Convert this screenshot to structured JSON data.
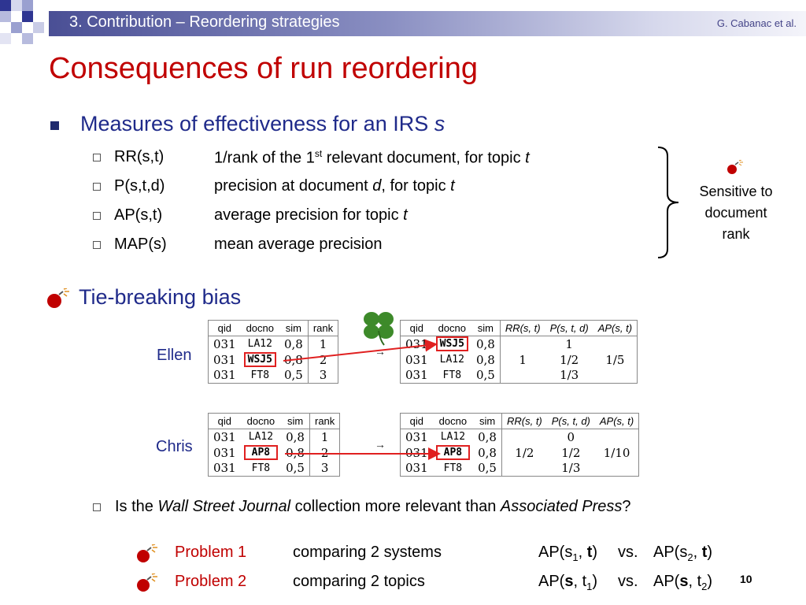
{
  "header": {
    "section_title": "3. Contribution – Reordering strategies",
    "author": "G. Cabanac et al."
  },
  "slide": {
    "title": "Consequences of run reordering",
    "page_number": "10"
  },
  "measures": {
    "heading": "Measures of effectiveness for an IRS",
    "heading_var": "s",
    "items": [
      {
        "name": "RR(s,t)",
        "desc_pre": "1/rank of the 1",
        "desc_sup": "st",
        "desc_post": " relevant document, for topic ",
        "desc_var": "t"
      },
      {
        "name": "P(s,t,d)",
        "desc_pre": "precision at document ",
        "desc_var1": "d",
        "desc_mid": ", for topic ",
        "desc_var": "t"
      },
      {
        "name": "AP(s,t)",
        "desc_pre": "average precision for topic ",
        "desc_var": "t"
      },
      {
        "name": "MAP(s)",
        "desc_pre": "mean average precision"
      }
    ],
    "side_note": [
      "Sensitive to",
      "document",
      "rank"
    ]
  },
  "tie": {
    "heading": "Tie-breaking bias",
    "left_headers": [
      "qid",
      "docno",
      "sim",
      "rank"
    ],
    "right_headers": [
      "qid",
      "docno",
      "sim"
    ],
    "measure_headers": [
      "RR(s, t)",
      "P(s, t, d)",
      "AP(s, t)"
    ],
    "arrow": "→",
    "ellen": {
      "name": "Ellen",
      "left_rows": [
        [
          "031",
          "LA12",
          "0,8",
          "1"
        ],
        [
          "031",
          "WSJ5",
          "0,8",
          "2"
        ],
        [
          "031",
          "FT8",
          "0,5",
          "3"
        ]
      ],
      "right_rows": [
        [
          "031",
          "WSJ5",
          "0,8"
        ],
        [
          "031",
          "LA12",
          "0,8"
        ],
        [
          "031",
          "FT8",
          "0,5"
        ]
      ],
      "rr": "1",
      "p": [
        "1",
        "1/2",
        "1/3"
      ],
      "ap": "1/5"
    },
    "chris": {
      "name": "Chris",
      "left_rows": [
        [
          "031",
          "LA12",
          "0,8",
          "1"
        ],
        [
          "031",
          "AP8",
          "0,8",
          "2"
        ],
        [
          "031",
          "FT8",
          "0,5",
          "3"
        ]
      ],
      "right_rows": [
        [
          "031",
          "LA12",
          "0,8"
        ],
        [
          "031",
          "AP8",
          "0,8"
        ],
        [
          "031",
          "FT8",
          "0,5"
        ]
      ],
      "rr": "1/2",
      "p": [
        "0",
        "1/2",
        "1/3"
      ],
      "ap": "1/10"
    }
  },
  "question": {
    "pre": "Is the ",
    "em1": "Wall Street Journal",
    "mid": " collection more relevant than ",
    "em2": "Associated Press",
    "post": "?"
  },
  "problems": [
    {
      "label": "Problem 1",
      "desc": "comparing 2 systems",
      "f1_pre": "AP(s",
      "f1_sub": "1",
      "f1_mid": ", ",
      "f1_bold": "t",
      "f1_post": ")",
      "vs": "vs.",
      "f2_pre": "AP(s",
      "f2_sub": "2",
      "f2_mid": ", ",
      "f2_bold": "t",
      "f2_post": ")"
    },
    {
      "label": "Problem 2",
      "desc": "comparing 2 topics",
      "f1_pre": "AP(",
      "f1_bold": "s",
      "f1_mid": ", t",
      "f1_sub": "1",
      "f1_post": ")",
      "vs": "vs.",
      "f2_pre": "AP(",
      "f2_bold": "s",
      "f2_mid": ", t",
      "f2_sub": "2",
      "f2_post": ")"
    }
  ],
  "colors": {
    "title_red": "#c00000",
    "heading_blue": "#1f2a8a",
    "highlight_red": "#e02020"
  },
  "icons": {
    "bomb": "bomb-icon",
    "clover": "four-leaf-clover-icon"
  }
}
